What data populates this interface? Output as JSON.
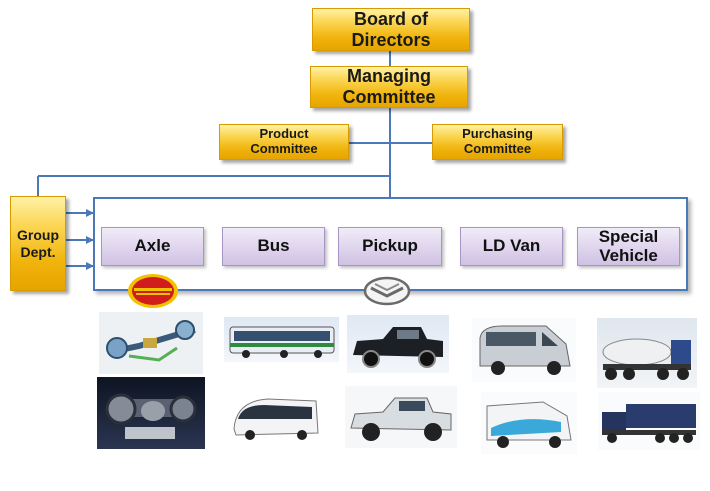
{
  "org": {
    "board": "Board of\nDirectors",
    "managing": "Managing\nCommittee",
    "product": "Product\nCommittee",
    "purchasing": "Purchasing\nCommittee",
    "group": "Group\nDept."
  },
  "divisions": [
    {
      "key": "axle",
      "label": "Axle"
    },
    {
      "key": "bus",
      "label": "Bus"
    },
    {
      "key": "pickup",
      "label": "Pickup"
    },
    {
      "key": "ldvan",
      "label": "LD Van"
    },
    {
      "key": "special",
      "label": "Special\nVehicle"
    }
  ],
  "colors": {
    "connector": "#4a78b8",
    "gold": "#f2b90f",
    "lavender": "#ddd2ec",
    "logo_red": "#d21d1d",
    "logo_yellow": "#f2c200"
  },
  "icons": [
    "red-circle-logo-icon",
    "chevron-emblem-logo-icon"
  ]
}
